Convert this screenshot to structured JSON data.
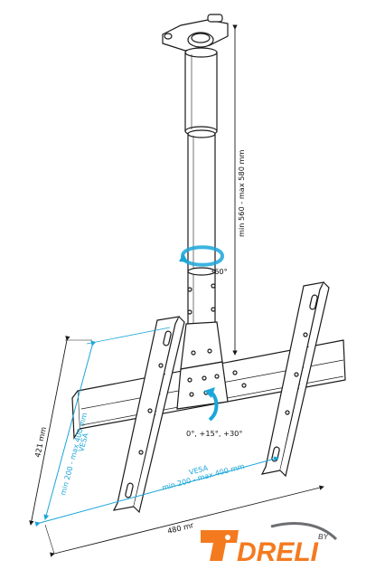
{
  "labels": {
    "height_range": "min 560 - max 580 mm",
    "rotation": "360°",
    "tilt": "0°, +15°, +30°",
    "vesa_vertical_title": "VESA",
    "vesa_vertical_range": "min 200 - max 400 mm",
    "vesa_horizontal_title": "VESA",
    "vesa_horizontal_range": "min 200 - max 400 mm",
    "frame_height": "421 mm",
    "frame_width": "480 mr"
  },
  "logo": {
    "text": "DRELI",
    "by": "BY"
  },
  "colors": {
    "line": "#1a1a1a",
    "accent": "#1aa6d9",
    "logo_orange": "#f47a1f",
    "logo_grey": "#6d6e71"
  },
  "icons": [
    "rotation-arrow-icon",
    "tilt-arrow-icon",
    "drill-logo-icon"
  ]
}
